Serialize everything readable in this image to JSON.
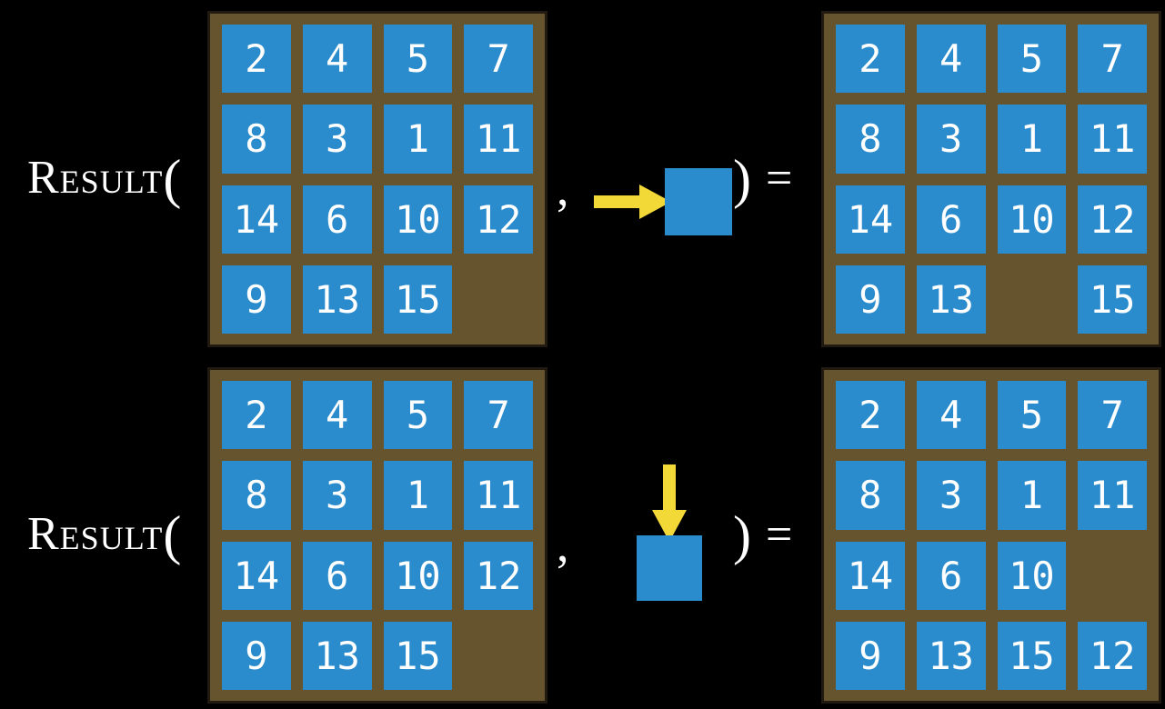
{
  "function": {
    "name": "Result",
    "open_paren": "(",
    "comma": ",",
    "close_paren": ")",
    "equals": "="
  },
  "colors": {
    "background": "#000000",
    "tile_blue": "#2b8ccd",
    "frame_brown": "#66542f",
    "frame_border": "#211a10",
    "arrow_yellow": "#f2d937",
    "text_white": "#ffffff"
  },
  "examples": [
    {
      "name": "slide-right",
      "action": "move blank tile right (tile slides left-to-right)",
      "action_icon": "arrow-right-into-tile",
      "input_grid": [
        [
          "2",
          "4",
          "5",
          "7"
        ],
        [
          "8",
          "3",
          "1",
          "11"
        ],
        [
          "14",
          "6",
          "10",
          "12"
        ],
        [
          "9",
          "13",
          "15",
          ""
        ]
      ],
      "output_grid": [
        [
          "2",
          "4",
          "5",
          "7"
        ],
        [
          "8",
          "3",
          "1",
          "11"
        ],
        [
          "14",
          "6",
          "10",
          "12"
        ],
        [
          "9",
          "13",
          "",
          "15"
        ]
      ]
    },
    {
      "name": "slide-down",
      "action": "tile slides downward into blank",
      "action_icon": "arrow-down-into-tile",
      "input_grid": [
        [
          "2",
          "4",
          "5",
          "7"
        ],
        [
          "8",
          "3",
          "1",
          "11"
        ],
        [
          "14",
          "6",
          "10",
          "12"
        ],
        [
          "9",
          "13",
          "15",
          ""
        ]
      ],
      "output_grid": [
        [
          "2",
          "4",
          "5",
          "7"
        ],
        [
          "8",
          "3",
          "1",
          "11"
        ],
        [
          "14",
          "6",
          "10",
          ""
        ],
        [
          "9",
          "13",
          "15",
          "12"
        ]
      ]
    }
  ]
}
